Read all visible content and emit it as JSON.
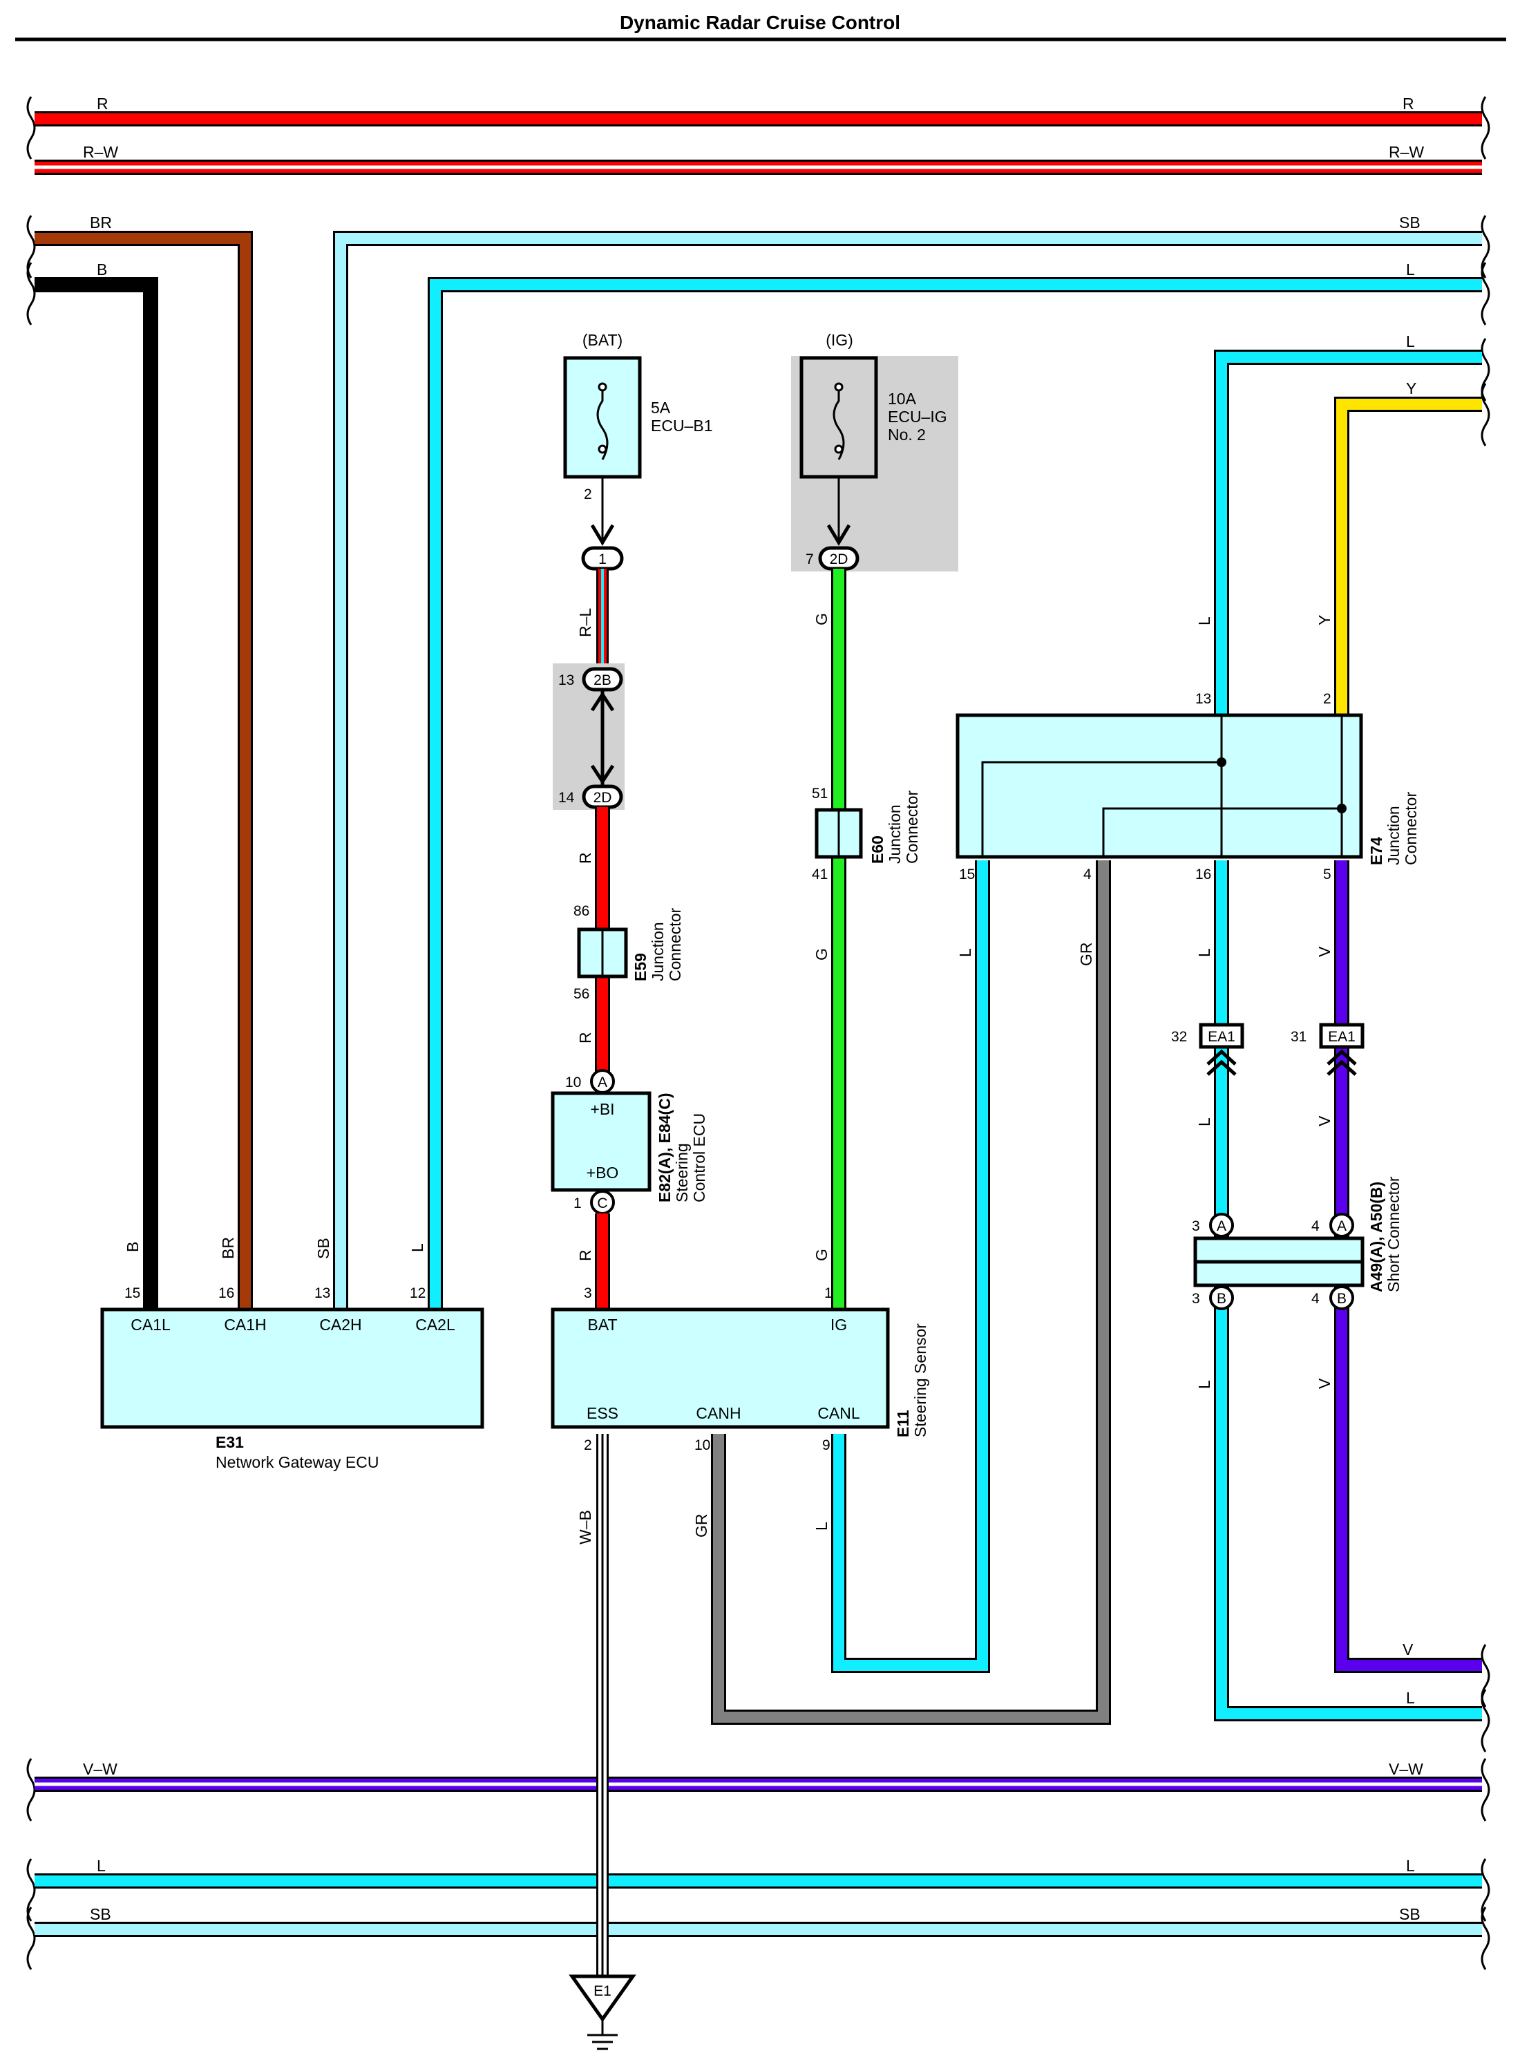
{
  "title": "Dynamic Radar Cruise Control",
  "colors": {
    "R": "#ff0000",
    "W": "#ffffff",
    "BR": "#a33a08",
    "B": "#000000",
    "SB": "#a8f5ff",
    "L": "#11eeff",
    "Y": "#ffe400",
    "G": "#22ee22",
    "V": "#5a00ee",
    "GR": "#808080",
    "box": "#ccffff",
    "shade": "#d2d2d2"
  },
  "wires": {
    "R": "R",
    "R_W": "R–W",
    "BR": "BR",
    "B": "B",
    "SB": "SB",
    "L": "L",
    "Y": "Y",
    "G": "G",
    "V": "V",
    "GR": "GR",
    "V_W": "V–W",
    "W_B": "W–B",
    "R_L": "R–L"
  },
  "fuse_bat": {
    "source": "(BAT)",
    "rating": "5A",
    "name": "ECU–B1",
    "pin": "2"
  },
  "fuse_ig": {
    "source": "(IG)",
    "rating": "10A",
    "name1": "ECU–IG",
    "name2": "No. 2",
    "pin": "7",
    "conn": "2D"
  },
  "conn_1": {
    "label": "1"
  },
  "jb_2b": {
    "pin": "13",
    "label": "2B"
  },
  "jb_2d": {
    "pin": "14",
    "label": "2D"
  },
  "e59": {
    "id": "E59",
    "name1": "Junction",
    "name2": "Connector",
    "pin_top": "86",
    "pin_bot": "56"
  },
  "e60": {
    "id": "E60",
    "name1": "Junction",
    "name2": "Connector",
    "pin_top": "51",
    "pin_bot": "41"
  },
  "e82": {
    "id": "E82(A), E84(C)",
    "name1": "Steering",
    "name2": "Control ECU",
    "pin_in": "10",
    "letter_in": "A",
    "term_in": "+BI",
    "pin_out": "1",
    "letter_out": "C",
    "term_out": "+BO"
  },
  "e31": {
    "id": "E31",
    "name": "Network Gateway ECU",
    "pins": [
      "15",
      "16",
      "13",
      "12"
    ],
    "terms": [
      "CA1L",
      "CA1H",
      "CA2H",
      "CA2L"
    ]
  },
  "e11": {
    "id": "E11",
    "name": "Steering Sensor",
    "pin_bat": "3",
    "term_bat": "BAT",
    "pin_ig": "1",
    "term_ig": "IG",
    "pin_ess": "2",
    "term_ess": "ESS",
    "pin_canh": "10",
    "term_canh": "CANH",
    "pin_canl": "9",
    "term_canl": "CANL"
  },
  "e74": {
    "id": "E74",
    "name1": "Junction",
    "name2": "Connector",
    "pin_13": "13",
    "pin_2": "2",
    "pin_15": "15",
    "pin_4": "4",
    "pin_16": "16",
    "pin_5": "5"
  },
  "ea1": {
    "label": "EA1",
    "pin_l": "32",
    "pin_r": "31"
  },
  "a49": {
    "id": "A49(A), A50(B)",
    "name": "Short Connector",
    "pin_a_l": "3",
    "pin_a_r": "4",
    "letter_a": "A",
    "pin_b_l": "3",
    "pin_b_r": "4",
    "letter_b": "B"
  },
  "ground": {
    "label": "E1"
  }
}
